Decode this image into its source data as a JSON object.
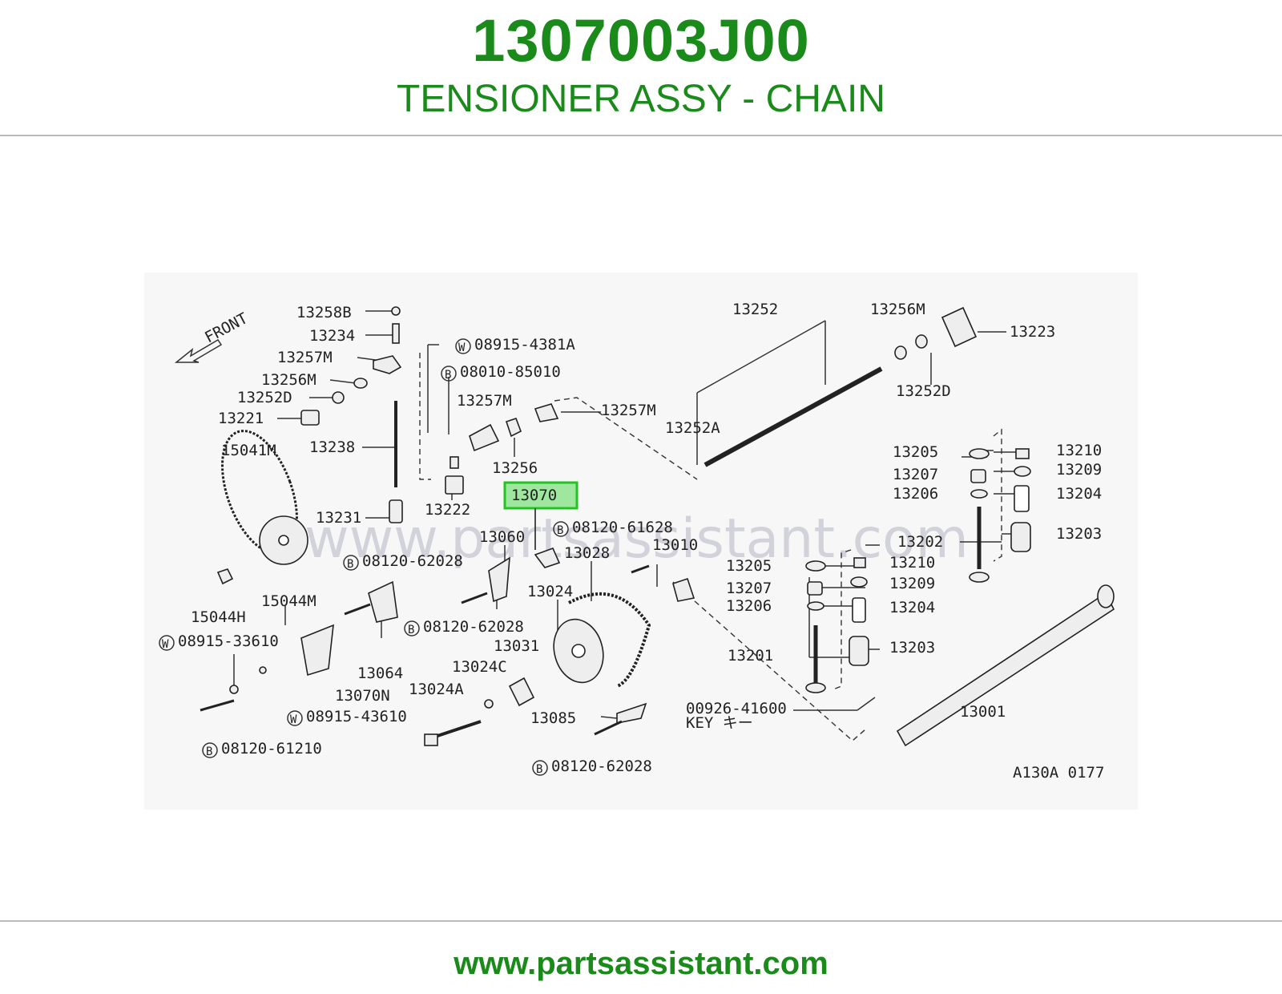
{
  "header": {
    "part_number": "1307003J00",
    "part_name": "TENSIONER ASSY - CHAIN"
  },
  "diagram": {
    "front_label": "FRONT",
    "watermark": "www.partsassistant.com",
    "highlighted_callout": "13070",
    "figure_code": "A130A 0177",
    "callouts": [
      "13258B",
      "13234",
      "13257M",
      "13256M",
      "13252D",
      "13221",
      "13238",
      "15041M",
      "13231",
      "15044H",
      "15044M",
      "08915-4381A",
      "08010-85010",
      "13257M",
      "13256",
      "13222",
      "13257M",
      "13060",
      "08120-61628",
      "13028",
      "13010",
      "08120-62028",
      "13024",
      "08120-62028",
      "13064",
      "08915-33610",
      "13070N",
      "08915-43610",
      "08120-61210",
      "13031",
      "13024C",
      "13024A",
      "13085",
      "08120-62028",
      "13252",
      "13256M",
      "13223",
      "13252D",
      "13252A",
      "13205",
      "13207",
      "13206",
      "13210",
      "13209",
      "13204",
      "13203",
      "13202",
      "13205",
      "13207",
      "13206",
      "13210",
      "13209",
      "13204",
      "13203",
      "13201",
      "00926-41600",
      "KEY キー",
      "13001"
    ],
    "colors": {
      "highlight_fill": "#9fe79f",
      "highlight_border": "#22c322"
    }
  },
  "footer": {
    "url": "www.partsassistant.com"
  },
  "colors": {
    "brand_green": "#1a8a1a"
  }
}
